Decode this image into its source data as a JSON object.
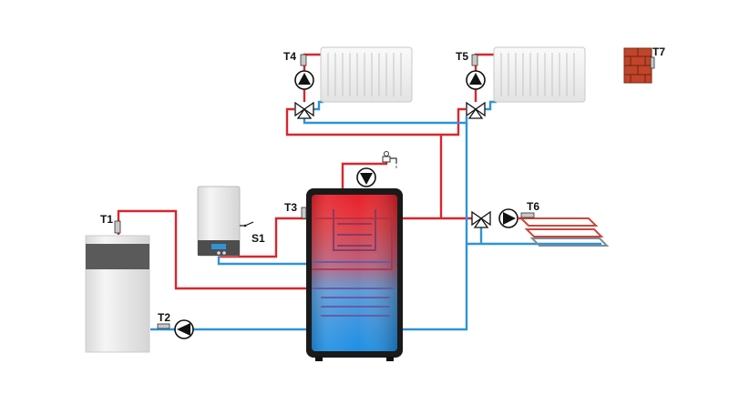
{
  "colors": {
    "hot_pipe": "#d8262c",
    "cold_pipe": "#2f93d6",
    "floor_pipe_hot": "#c9473d",
    "floor_pipe_cold": "#7d8c99",
    "brick": "#c0452a"
  },
  "labels": {
    "t1": "T1",
    "t2": "T2",
    "t3": "T3",
    "t4": "T4",
    "t5": "T5",
    "t6": "T6",
    "t7": "T7",
    "s1": "S1"
  },
  "icons": {
    "pump": "pump-icon",
    "mixing_valve": "three-way-valve-icon",
    "tap": "hot-water-tap-icon",
    "outdoor_sensor": "brick-wall-icon",
    "radiator": "radiator-icon",
    "floor_heating": "floor-heating-icon"
  }
}
